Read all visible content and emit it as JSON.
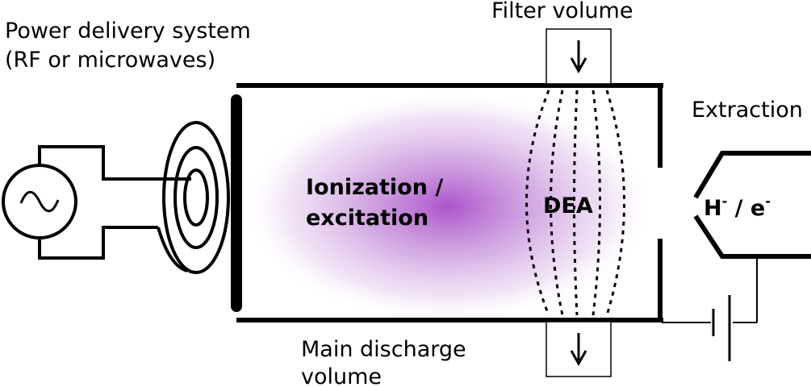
{
  "labels": {
    "power_line1": "Power delivery system",
    "power_line2": "(RF or microwaves)",
    "filter_volume": "Filter volume",
    "extraction": "Extraction",
    "ionization_line1": "Ionization /",
    "ionization_line2": "excitation",
    "dea": "DEA",
    "main_line1": "Main discharge",
    "main_line2": "volume",
    "species_h": "H",
    "species_sup1": "-",
    "species_sep": " / e",
    "species_sup2": "-"
  },
  "colors": {
    "plasma_center": "#a84bc8",
    "plasma_edge": "#ffffff",
    "line": "#000000"
  },
  "icons": {
    "source": "ac-source-icon",
    "coil": "rf-coil-icon",
    "arrow": "down-arrow-icon",
    "battery": "battery-icon"
  }
}
